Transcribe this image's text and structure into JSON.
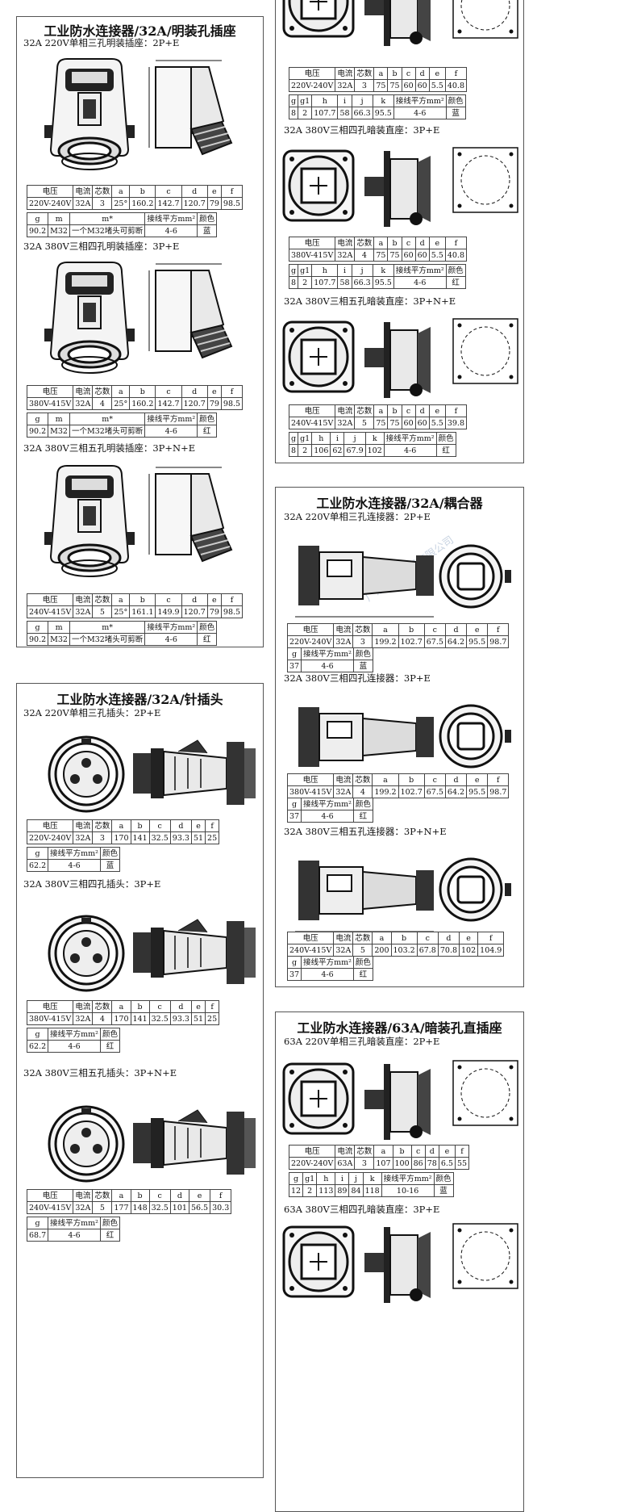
{
  "panels": {
    "surface": {
      "title": "工业防水连接器/32A/明装孔插座",
      "items": [
        {
          "sub": "32A 220V单相三孔明装插座：2P+E",
          "r1": [
            "电压",
            "电流",
            "芯数",
            "a",
            "b",
            "c",
            "d",
            "e",
            "f"
          ],
          "r2": [
            "220V-240V",
            "32A",
            "3",
            "25°",
            "160.2",
            "142.7",
            "120.7",
            "79",
            "98.5"
          ],
          "r3": [
            "g",
            "m",
            "m*",
            "接线平方mm²",
            "颜色"
          ],
          "r4": [
            "90.2",
            "M32",
            "一个M32堵头可剪断",
            "4-6",
            "蓝"
          ]
        },
        {
          "sub": "32A 380V三相四孔明装插座：3P+E",
          "r1": [
            "电压",
            "电流",
            "芯数",
            "a",
            "b",
            "c",
            "d",
            "e",
            "f"
          ],
          "r2": [
            "380V-415V",
            "32A",
            "4",
            "25°",
            "160.2",
            "142.7",
            "120.7",
            "79",
            "98.5"
          ],
          "r3": [
            "g",
            "m",
            "m*",
            "接线平方mm²",
            "颜色"
          ],
          "r4": [
            "90.2",
            "M32",
            "一个M32堵头可剪断",
            "4-6",
            "红"
          ]
        },
        {
          "sub": "32A 380V三相五孔明装插座：3P+N+E",
          "r1": [
            "电压",
            "电流",
            "芯数",
            "a",
            "b",
            "c",
            "d",
            "e",
            "f"
          ],
          "r2": [
            "240V-415V",
            "32A",
            "5",
            "25°",
            "161.1",
            "149.9",
            "120.7",
            "79",
            "98.5"
          ],
          "r3": [
            "g",
            "m",
            "m*",
            "接线平方mm²",
            "颜色"
          ],
          "r4": [
            "90.2",
            "M32",
            "一个M32堵头可剪断",
            "4-6",
            "红"
          ]
        }
      ]
    },
    "plug": {
      "title": "工业防水连接器/32A/针插头",
      "items": [
        {
          "sub": "32A 220V单相三孔插头：2P+E",
          "r1": [
            "电压",
            "电流",
            "芯数",
            "a",
            "b",
            "c",
            "d",
            "e",
            "f"
          ],
          "r2": [
            "220V-240V",
            "32A",
            "3",
            "170",
            "141",
            "32.5",
            "93.3",
            "51",
            "25"
          ],
          "r3": [
            "g",
            "接线平方mm²",
            "颜色"
          ],
          "r4": [
            "62.2",
            "4-6",
            "蓝"
          ]
        },
        {
          "sub": "32A 380V三相四孔插头：3P+E",
          "r1": [
            "电压",
            "电流",
            "芯数",
            "a",
            "b",
            "c",
            "d",
            "e",
            "f"
          ],
          "r2": [
            "380V-415V",
            "32A",
            "4",
            "170",
            "141",
            "32.5",
            "93.3",
            "51",
            "25"
          ],
          "r3": [
            "g",
            "接线平方mm²",
            "颜色"
          ],
          "r4": [
            "62.2",
            "4-6",
            "红"
          ]
        },
        {
          "sub": "32A 380V三相五孔插头：3P+N+E",
          "r1": [
            "电压",
            "电流",
            "芯数",
            "a",
            "b",
            "c",
            "d",
            "e",
            "f"
          ],
          "r2": [
            "240V-415V",
            "32A",
            "5",
            "177",
            "148",
            "32.5",
            "101",
            "56.5",
            "30.3"
          ],
          "r3": [
            "g",
            "接线平方mm²",
            "颜色"
          ],
          "r4": [
            "68.7",
            "4-6",
            "红"
          ]
        }
      ]
    },
    "flush32": {
      "items": [
        {
          "sub": "",
          "r1": [
            "电压",
            "电流",
            "芯数",
            "a",
            "b",
            "c",
            "d",
            "e",
            "f"
          ],
          "r2": [
            "220V-240V",
            "32A",
            "3",
            "75",
            "75",
            "60",
            "60",
            "5.5",
            "40.8"
          ],
          "r3": [
            "g",
            "g1",
            "h",
            "i",
            "j",
            "k",
            "接线平方mm²",
            "颜色"
          ],
          "r4": [
            "8",
            "2",
            "107.7",
            "58",
            "66.3",
            "95.5",
            "4-6",
            "蓝"
          ]
        },
        {
          "sub": "32A 380V三相四孔暗装直座：3P+E",
          "r1": [
            "电压",
            "电流",
            "芯数",
            "a",
            "b",
            "c",
            "d",
            "e",
            "f"
          ],
          "r2": [
            "380V-415V",
            "32A",
            "4",
            "75",
            "75",
            "60",
            "60",
            "5.5",
            "40.8"
          ],
          "r3": [
            "g",
            "g1",
            "h",
            "i",
            "j",
            "k",
            "接线平方mm²",
            "颜色"
          ],
          "r4": [
            "8",
            "2",
            "107.7",
            "58",
            "66.3",
            "95.5",
            "4-6",
            "红"
          ]
        },
        {
          "sub": "32A 380V三相五孔暗装直座：3P+N+E",
          "r1": [
            "电压",
            "电流",
            "芯数",
            "a",
            "b",
            "c",
            "d",
            "e",
            "f"
          ],
          "r2": [
            "240V-415V",
            "32A",
            "5",
            "75",
            "75",
            "60",
            "60",
            "5.5",
            "39.8"
          ],
          "r3": [
            "g",
            "g1",
            "h",
            "i",
            "j",
            "k",
            "接线平方mm²",
            "颜色"
          ],
          "r4": [
            "8",
            "2",
            "106",
            "62",
            "67.9",
            "102",
            "4-6",
            "红"
          ]
        }
      ]
    },
    "coupler": {
      "title": "工业防水连接器/32A/耦合器",
      "items": [
        {
          "sub": "32A 220V单相三孔连接器：2P+E",
          "r1": [
            "电压",
            "电流",
            "芯数",
            "a",
            "b",
            "c",
            "d",
            "e",
            "f"
          ],
          "r2": [
            "220V-240V",
            "32A",
            "3",
            "199.2",
            "102.7",
            "67.5",
            "64.2",
            "95.5",
            "98.7"
          ],
          "r3": [
            "g",
            "接线平方mm²",
            "颜色"
          ],
          "r4": [
            "37",
            "4-6",
            "蓝"
          ]
        },
        {
          "sub": "32A 380V三相四孔连接器：3P+E",
          "r1": [
            "电压",
            "电流",
            "芯数",
            "a",
            "b",
            "c",
            "d",
            "e",
            "f"
          ],
          "r2": [
            "380V-415V",
            "32A",
            "4",
            "199.2",
            "102.7",
            "67.5",
            "64.2",
            "95.5",
            "98.7"
          ],
          "r3": [
            "g",
            "接线平方mm²",
            "颜色"
          ],
          "r4": [
            "37",
            "4-6",
            "红"
          ]
        },
        {
          "sub": "32A 380V三相五孔连接器：3P+N+E",
          "r1": [
            "电压",
            "电流",
            "芯数",
            "a",
            "b",
            "c",
            "d",
            "e",
            "f"
          ],
          "r2": [
            "240V-415V",
            "32A",
            "5",
            "200",
            "103.2",
            "67.8",
            "70.8",
            "102",
            "104.9"
          ],
          "r3": [
            "g",
            "接线平方mm²",
            "颜色"
          ],
          "r4": [
            "37",
            "4-6",
            "红"
          ]
        }
      ]
    },
    "flush63": {
      "title": "工业防水连接器/63A/暗装孔直插座",
      "items": [
        {
          "sub": "63A 220V单相三孔暗装直座：2P+E",
          "r1": [
            "电压",
            "电流",
            "芯数",
            "a",
            "b",
            "c",
            "d",
            "e",
            "f"
          ],
          "r2": [
            "220V-240V",
            "63A",
            "3",
            "107",
            "100",
            "86",
            "78",
            "6.5",
            "55"
          ],
          "r3": [
            "g",
            "g1",
            "h",
            "i",
            "j",
            "k",
            "接线平方mm²",
            "颜色"
          ],
          "r4": [
            "12",
            "2",
            "113",
            "89",
            "84",
            "118",
            "10-16",
            "蓝"
          ]
        },
        {
          "sub": "63A 380V三相四孔暗装直座：3P+E"
        }
      ]
    }
  },
  "watermark": "广东中港电器有限公司"
}
